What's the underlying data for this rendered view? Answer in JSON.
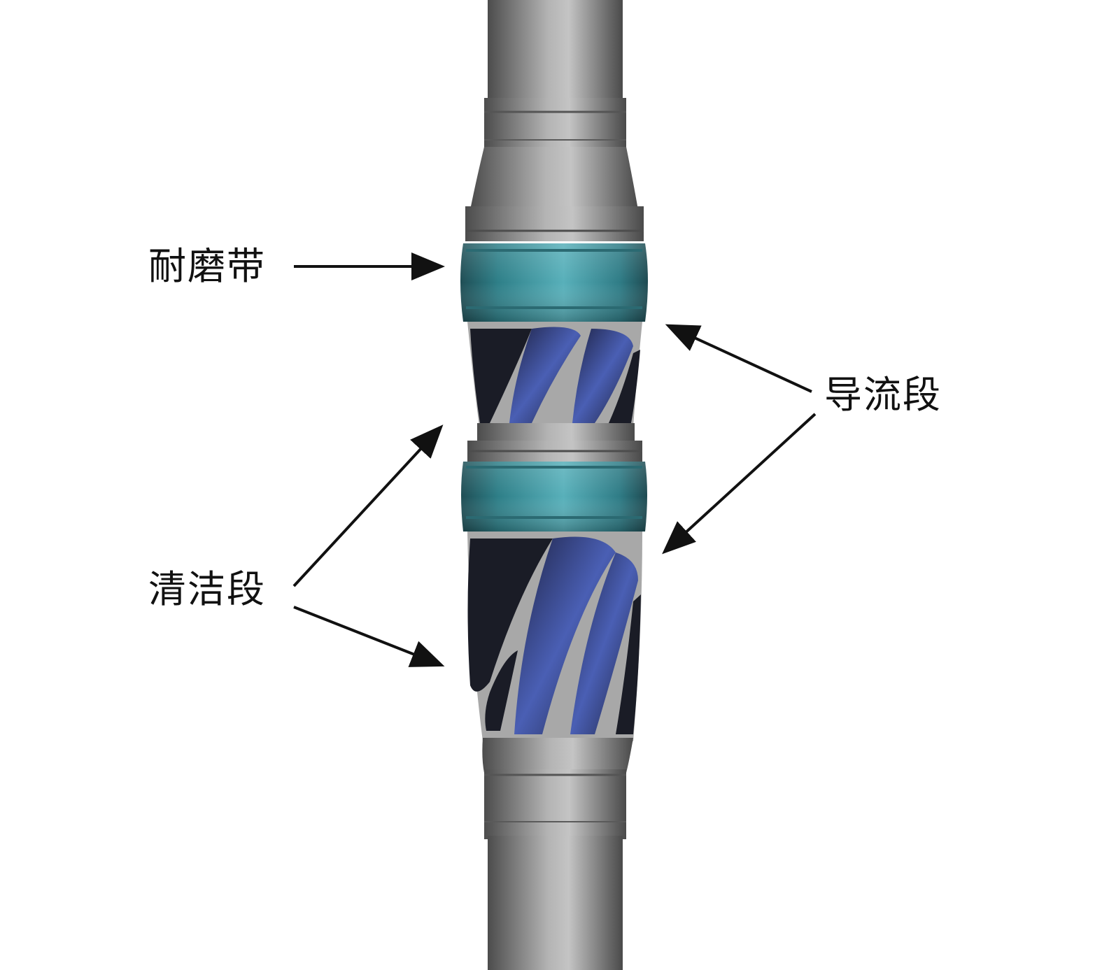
{
  "labels": {
    "wear_band": "耐磨带",
    "flow_section": "导流段",
    "cleaning_section": "清洁段"
  },
  "colors": {
    "background": "#ffffff",
    "shaft_metal": "#8d8d8d",
    "wear_band": "#3f9aa3",
    "blade_dark": "#1a1c26",
    "blade_blue": "#3a4fa0",
    "arrow": "#111111",
    "text": "#111111"
  }
}
